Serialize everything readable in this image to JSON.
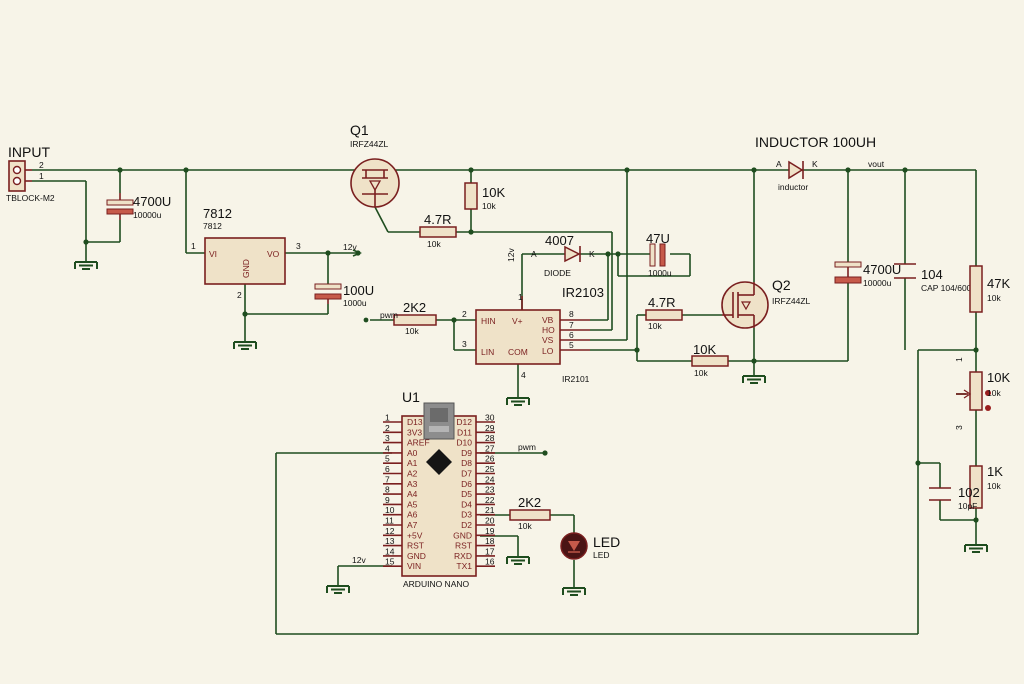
{
  "components": {
    "input": {
      "ref": "INPUT",
      "value": "TBLOCK-M2",
      "pin1": "1",
      "pin2": "2"
    },
    "q1": {
      "ref": "Q1",
      "value": "IRFZ44ZL"
    },
    "q2": {
      "ref": "Q2",
      "value": "IRFZ44ZL"
    },
    "c_in": {
      "ref": "4700U",
      "value": "10000u"
    },
    "reg": {
      "ref": "7812",
      "value": "7812",
      "vi": "VI",
      "vo": "VO",
      "gnd": "GND",
      "p1": "1",
      "p2": "2",
      "p3": "3"
    },
    "c_100u": {
      "ref": "100U",
      "value": "1000u"
    },
    "r_10k_top": {
      "ref": "10K",
      "value": "10k"
    },
    "r_47r_1": {
      "ref": "4.7R",
      "value": "10k"
    },
    "r_47r_2": {
      "ref": "4.7R",
      "value": "10k"
    },
    "diode": {
      "ref": "4007",
      "value": "DIODE",
      "a": "A",
      "k": "K"
    },
    "c_47u": {
      "ref": "47U",
      "value": "1000u"
    },
    "inductor": {
      "ref": "INDUCTOR 100UH",
      "value": "inductor",
      "a": "A",
      "k": "K"
    },
    "c_out": {
      "ref": "4700U",
      "value": "10000u"
    },
    "c_104": {
      "ref": "104",
      "value": "CAP 104/600"
    },
    "r_47k": {
      "ref": "47K",
      "value": "10k"
    },
    "pot": {
      "ref": "10K",
      "value": "10k",
      "p1": "1",
      "p3": "3"
    },
    "r_1k": {
      "ref": "1K",
      "value": "10k"
    },
    "c_102": {
      "ref": "102",
      "value": "10pF"
    },
    "r_10k_bot": {
      "ref": "10K",
      "value": "10k"
    },
    "r_2k2_a": {
      "ref": "2K2",
      "value": "10k"
    },
    "r_2k2_b": {
      "ref": "2K2",
      "value": "10k"
    },
    "led": {
      "ref": "LED",
      "value": "LED"
    },
    "driver": {
      "ref": "IR2103",
      "value": "IR2101",
      "hin": "HIN",
      "lin": "LIN",
      "vplus": "V+",
      "com": "COM",
      "vb": "VB",
      "ho": "HO",
      "vs": "VS",
      "lo": "LO",
      "p1": "1",
      "p2": "2",
      "p3": "3",
      "p4": "4",
      "p5": "5",
      "p6": "6",
      "p7": "7",
      "p8": "8"
    },
    "mcu": {
      "ref": "U1",
      "value": "ARDUINO NANO",
      "left": [
        {
          "num": "1",
          "name": "D13"
        },
        {
          "num": "2",
          "name": "3V3"
        },
        {
          "num": "3",
          "name": "AREF"
        },
        {
          "num": "4",
          "name": "A0"
        },
        {
          "num": "5",
          "name": "A1"
        },
        {
          "num": "6",
          "name": "A2"
        },
        {
          "num": "7",
          "name": "A3"
        },
        {
          "num": "8",
          "name": "A4"
        },
        {
          "num": "9",
          "name": "A5"
        },
        {
          "num": "10",
          "name": "A6"
        },
        {
          "num": "11",
          "name": "A7"
        },
        {
          "num": "12",
          "name": "+5V"
        },
        {
          "num": "13",
          "name": "RST"
        },
        {
          "num": "14",
          "name": "GND"
        },
        {
          "num": "15",
          "name": "VIN"
        }
      ],
      "right": [
        {
          "num": "30",
          "name": "D12"
        },
        {
          "num": "29",
          "name": "D11"
        },
        {
          "num": "28",
          "name": "D10"
        },
        {
          "num": "27",
          "name": "D9"
        },
        {
          "num": "26",
          "name": "D8"
        },
        {
          "num": "25",
          "name": "D7"
        },
        {
          "num": "24",
          "name": "D6"
        },
        {
          "num": "23",
          "name": "D5"
        },
        {
          "num": "22",
          "name": "D4"
        },
        {
          "num": "21",
          "name": "D3"
        },
        {
          "num": "20",
          "name": "D2"
        },
        {
          "num": "19",
          "name": "GND"
        },
        {
          "num": "18",
          "name": "RST"
        },
        {
          "num": "17",
          "name": "RXD"
        },
        {
          "num": "16",
          "name": "TX1"
        }
      ]
    }
  },
  "nets": {
    "v12a": "12v",
    "v12b": "12v",
    "v12c": "12v",
    "pwm1": "pwm",
    "pwm2": "pwm",
    "vout": "vout"
  },
  "colors": {
    "wire": "#1f4d1f",
    "component": "#7a1f1f",
    "fill": "#efe2c8",
    "background": "#f7f4e8"
  }
}
